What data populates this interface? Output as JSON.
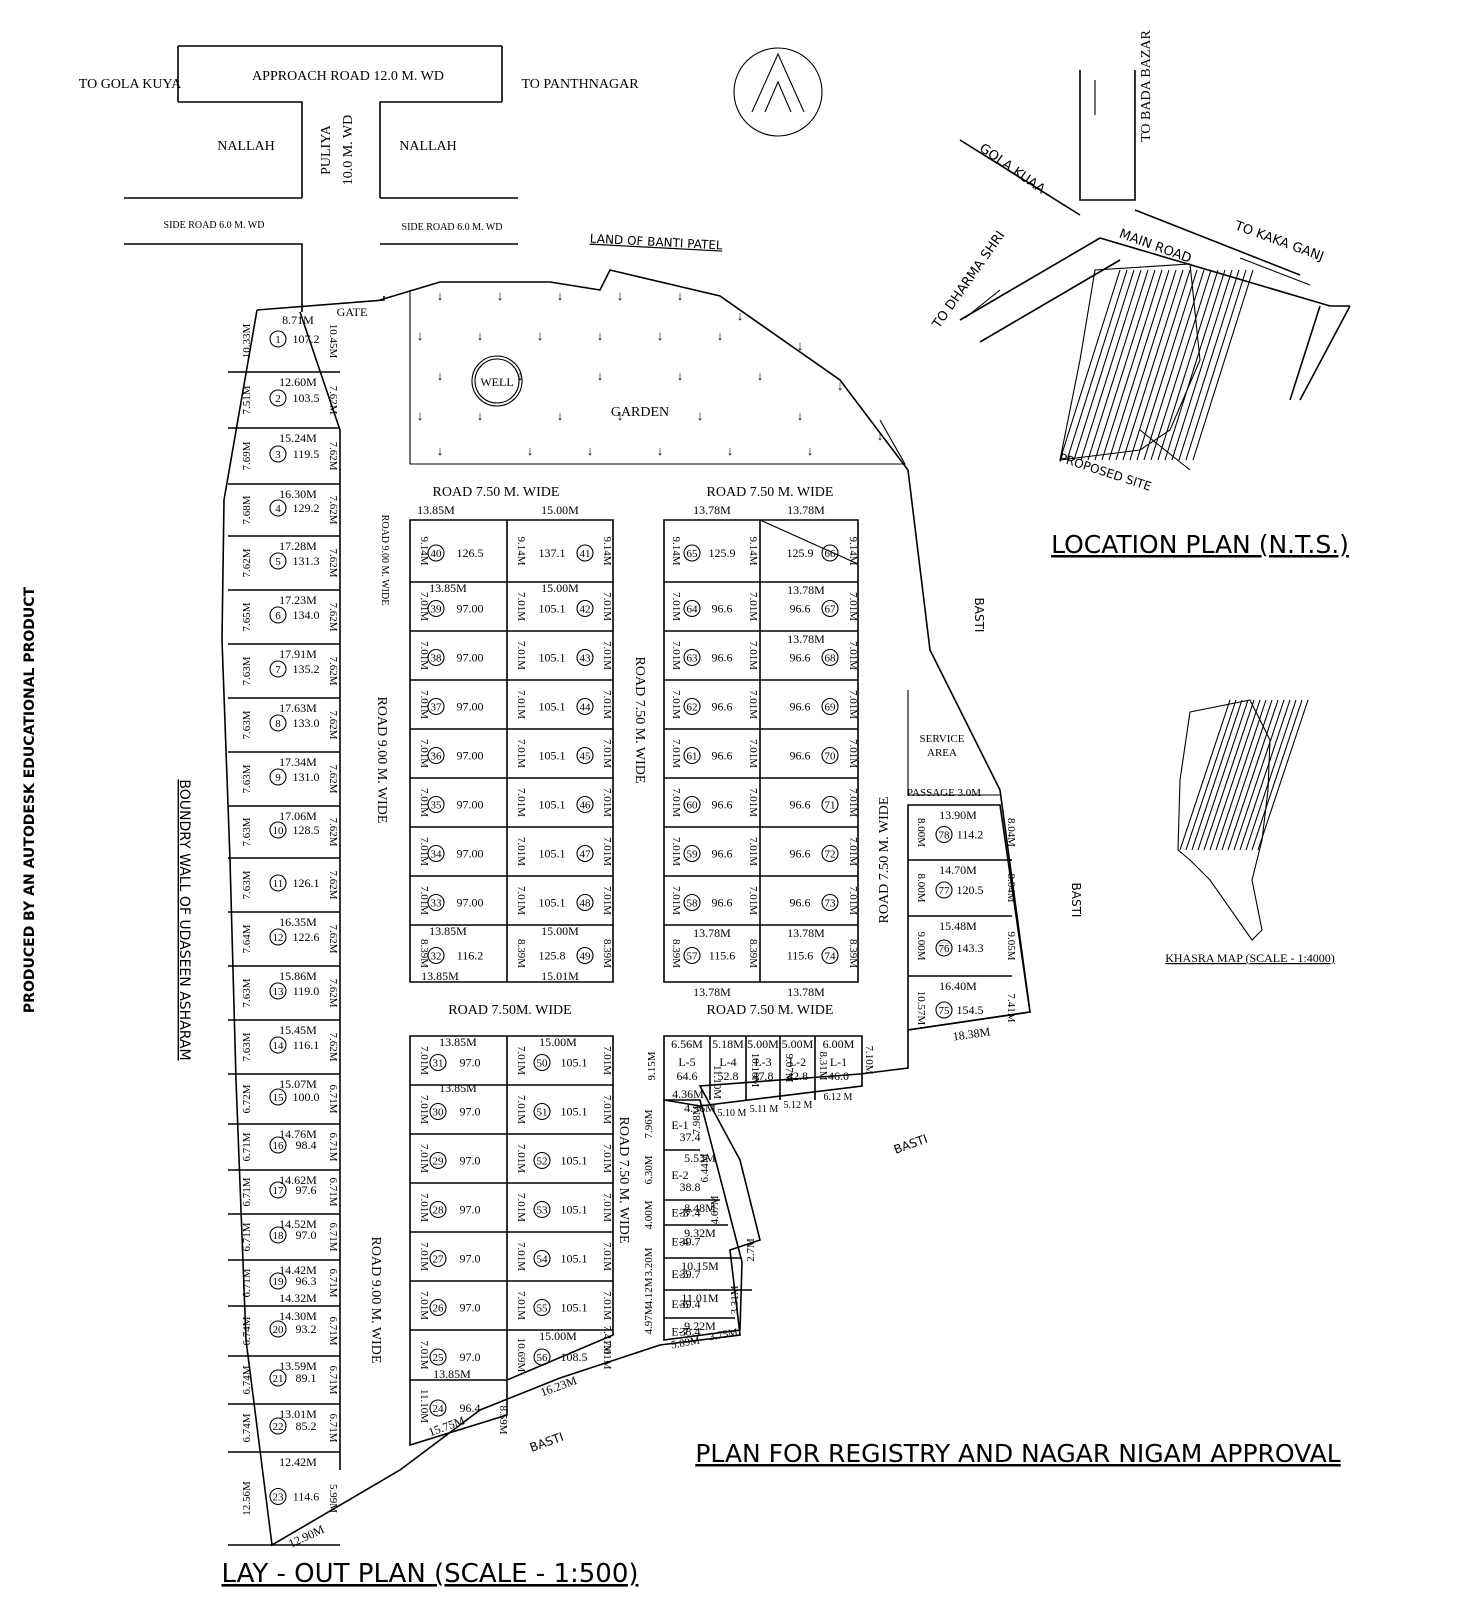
{
  "watermark": "PRODUCED BY AN AUTODESK EDUCATIONAL PRODUCT",
  "titles": {
    "layout": "LAY - OUT PLAN  (SCALE - 1:500)",
    "registry": "PLAN FOR REGISTRY AND NAGAR NIGAM APPROVAL",
    "location": "LOCATION PLAN (N.T.S.)",
    "khasra": "KHASRA MAP (SCALE - 1:4000)"
  },
  "site_labels": {
    "to_gola_kuya": "TO GOLA KUYA",
    "approach_road": "APPROACH  ROAD 12.0 M. WD",
    "to_panthnagar": "TO PANTHNAGAR",
    "nallah": "NALLAH",
    "puliya": "PULIYA",
    "puliya_width": "10.0 M. WD",
    "side_road": "SIDE  ROAD 6.0 M. WD",
    "land_of_banti_patel": "LAND OF BANTI PATEL",
    "gate": "GATE",
    "well": "WELL",
    "garden": "GARDEN",
    "road_750_wide": "ROAD 7.50 M. WIDE",
    "road_750_wide_b": "ROAD 7.50M. WIDE",
    "road_900_wide": "ROAD 9.00 M. WIDE",
    "road_900_small": "ROAD 9.00 M. WIDE",
    "basti": "BASTI",
    "service_area_1": "SERVICE",
    "service_area_2": "AREA",
    "passage": "PASSAGE 3.0M",
    "boundary_wall": "BOUNDRY WALL OF UDASEEN ASHARAM"
  },
  "location_plan": {
    "to_bada_bazar": "TO BADA BAZAR",
    "gola_kuaa": "GOLA KUAA",
    "main_road": "MAIN ROAD",
    "to_kaka_ganj": "TO KAKA GANJ",
    "to_dharma_shri": "TO DHARMA SHRI",
    "proposed_site": "PROPOSED SITE"
  },
  "plots_left": [
    {
      "no": "1",
      "area": "107.2",
      "front": "8.71M",
      "left": "10.33M",
      "right": "10.45M"
    },
    {
      "no": "2",
      "area": "103.5",
      "front": "12.60M",
      "left": "7.51M",
      "right": "7.62M"
    },
    {
      "no": "3",
      "area": "119.5",
      "front": "15.24M",
      "left": "7.69M",
      "right": "7.62M"
    },
    {
      "no": "4",
      "area": "129.2",
      "front": "16.30M",
      "left": "7.68M",
      "right": "7.62M"
    },
    {
      "no": "5",
      "area": "131.3",
      "front": "17.28M",
      "left": "7.62M",
      "right": "7.62M"
    },
    {
      "no": "6",
      "area": "134.0",
      "front": "17.23M",
      "left": "7.65M",
      "right": "7.62M"
    },
    {
      "no": "7",
      "area": "135.2",
      "front": "17.91M",
      "left": "7.63M",
      "right": "7.62M"
    },
    {
      "no": "8",
      "area": "133.0",
      "front": "17.63M",
      "left": "7.63M",
      "right": "7.62M"
    },
    {
      "no": "9",
      "area": "131.0",
      "front": "17.34M",
      "left": "7.63M",
      "right": "7.62M"
    },
    {
      "no": "10",
      "area": "128.5",
      "front": "17.06M",
      "left": "7.63M",
      "right": "7.62M"
    },
    {
      "no": "11",
      "area": "126.1",
      "front": "",
      "left": "7.63M",
      "right": "7.62M"
    },
    {
      "no": "12",
      "area": "122.6",
      "front": "16.35M",
      "left": "7.64M",
      "right": "7.62M"
    },
    {
      "no": "13",
      "area": "119.0",
      "front": "15.86M",
      "left": "7.63M",
      "right": "7.62M"
    },
    {
      "no": "14",
      "area": "116.1",
      "front": "15.45M",
      "left": "7.63M",
      "right": "7.62M"
    },
    {
      "no": "15",
      "area": "100.0",
      "front": "15.07M",
      "left": "6.72M",
      "right": "6.71M"
    },
    {
      "no": "16",
      "area": "98.4",
      "front": "14.76M",
      "left": "6.71M",
      "right": "6.71M"
    },
    {
      "no": "17",
      "area": "97.6",
      "front": "14.62M",
      "left": "6.71M",
      "right": "6.71M"
    },
    {
      "no": "18",
      "area": "97.0",
      "front": "14.52M",
      "left": "6.71M",
      "right": "6.71M"
    },
    {
      "no": "19",
      "area": "96.3",
      "front": "14.42M",
      "left": "6.71M",
      "right": "6.71M"
    },
    {
      "no": "20",
      "area": "93.2",
      "front": "14.30M",
      "left": "6.74M",
      "right": "6.71M"
    },
    {
      "no": "21",
      "area": "89.1",
      "front": "13.59M",
      "left": "6.74M",
      "right": "6.71M"
    },
    {
      "no": "22",
      "area": "85.2",
      "front": "13.01M",
      "left": "6.74M",
      "right": "6.71M"
    },
    {
      "no": "23",
      "area": "114.6",
      "front": "12.42M",
      "left": "12.56M",
      "right": "5.99M"
    }
  ],
  "left_extra_dims": [
    "14.32M",
    "12.90M"
  ],
  "block_a_left": [
    {
      "no": "40",
      "area": "126.5",
      "d": "9.14M"
    },
    {
      "no": "39",
      "area": "97.00",
      "d": "7.01M"
    },
    {
      "no": "38",
      "area": "97.00",
      "d": "7.01M"
    },
    {
      "no": "37",
      "area": "97.00",
      "d": "7.01M"
    },
    {
      "no": "36",
      "area": "97.00",
      "d": "7.01M"
    },
    {
      "no": "35",
      "area": "97.00",
      "d": "7.01M"
    },
    {
      "no": "34",
      "area": "97.00",
      "d": "7.01M"
    },
    {
      "no": "33",
      "area": "97.00",
      "d": "7.01M"
    },
    {
      "no": "32",
      "area": "116.2",
      "d": "8.39M"
    }
  ],
  "block_a_right": [
    {
      "no": "41",
      "area": "137.1",
      "d": "9.14M"
    },
    {
      "no": "42",
      "area": "105.1",
      "d": "7.01M"
    },
    {
      "no": "43",
      "area": "105.1",
      "d": "7.01M"
    },
    {
      "no": "44",
      "area": "105.1",
      "d": "7.01M"
    },
    {
      "no": "45",
      "area": "105.1",
      "d": "7.01M"
    },
    {
      "no": "46",
      "area": "105.1",
      "d": "7.01M"
    },
    {
      "no": "47",
      "area": "105.1",
      "d": "7.01M"
    },
    {
      "no": "48",
      "area": "105.1",
      "d": "7.01M"
    },
    {
      "no": "49",
      "area": "125.8",
      "d": "8.39M"
    }
  ],
  "block_a_widths": {
    "a": "13.85M",
    "b": "15.00M",
    "c": "15.01M"
  },
  "block_b_left": [
    {
      "no": "65",
      "area": "125.9",
      "d": "9.14M"
    },
    {
      "no": "64",
      "area": "96.6",
      "d": "7.01M"
    },
    {
      "no": "63",
      "area": "96.6",
      "d": "7.01M"
    },
    {
      "no": "62",
      "area": "96.6",
      "d": "7.01M"
    },
    {
      "no": "61",
      "area": "96.6",
      "d": "7.01M"
    },
    {
      "no": "60",
      "area": "96.6",
      "d": "7.01M"
    },
    {
      "no": "59",
      "area": "96.6",
      "d": "7.01M"
    },
    {
      "no": "58",
      "area": "96.6",
      "d": "7.01M"
    },
    {
      "no": "57",
      "area": "115.6",
      "d": "8.39M"
    }
  ],
  "block_b_right": [
    {
      "no": "66",
      "area": "125.9",
      "d": "9.14M"
    },
    {
      "no": "67",
      "area": "96.6",
      "d": "7.01M"
    },
    {
      "no": "68",
      "area": "96.6",
      "d": "7.01M"
    },
    {
      "no": "69",
      "area": "96.6",
      "d": "7.01M"
    },
    {
      "no": "70",
      "area": "96.6",
      "d": "7.01M"
    },
    {
      "no": "71",
      "area": "96.6",
      "d": "7.01M"
    },
    {
      "no": "72",
      "area": "96.6",
      "d": "7.01M"
    },
    {
      "no": "73",
      "area": "96.6",
      "d": "7.01M"
    },
    {
      "no": "74",
      "area": "115.6",
      "d": "8.39M"
    }
  ],
  "block_b_width": "13.78M",
  "block_c_left": [
    {
      "no": "31",
      "area": "97.0",
      "d": "7.01M"
    },
    {
      "no": "30",
      "area": "97.0",
      "d": "7.01M"
    },
    {
      "no": "29",
      "area": "97.0",
      "d": "7.01M"
    },
    {
      "no": "28",
      "area": "97.0",
      "d": "7.01M"
    },
    {
      "no": "27",
      "area": "97.0",
      "d": "7.01M"
    },
    {
      "no": "26",
      "area": "97.0",
      "d": "7.01M"
    },
    {
      "no": "25",
      "area": "97.0",
      "d": "7.01M"
    },
    {
      "no": "24",
      "area": "96.4",
      "d": "11.10M"
    }
  ],
  "block_c_right": [
    {
      "no": "50",
      "area": "105.1",
      "d": "7.01M"
    },
    {
      "no": "51",
      "area": "105.1",
      "d": "7.01M"
    },
    {
      "no": "52",
      "area": "105.1",
      "d": "7.01M"
    },
    {
      "no": "53",
      "area": "105.1",
      "d": "7.01M"
    },
    {
      "no": "54",
      "area": "105.1",
      "d": "7.01M"
    },
    {
      "no": "55",
      "area": "105.1",
      "d": "7.01M"
    },
    {
      "no": "56",
      "area": "108.5",
      "d": "10.69M"
    }
  ],
  "block_c_extra": {
    "w1": "13.85M",
    "w2": "15.00M",
    "d1": "15.75M",
    "d2": "16.23M",
    "d3": "8.59M",
    "d4": "7.41M",
    "d5": "7.01M"
  },
  "plots_east": [
    {
      "no": "78",
      "area": "114.2",
      "front": "13.90M",
      "l": "8.00M",
      "r": "8.04M"
    },
    {
      "no": "77",
      "area": "120.5",
      "front": "14.70M",
      "l": "8.00M",
      "r": "8.04M"
    },
    {
      "no": "76",
      "area": "143.3",
      "front": "15.48M",
      "l": "9.00M",
      "r": "9.05M"
    },
    {
      "no": "75",
      "area": "154.5",
      "front": "16.40M",
      "l": "10.57M",
      "r": "7.41M"
    }
  ],
  "east_extra": "18.38M",
  "plots_l": [
    {
      "no": "L-5",
      "area": "64.6",
      "w": "6.56M"
    },
    {
      "no": "L-4",
      "area": "52.8",
      "w": "5.18M"
    },
    {
      "no": "L-3",
      "area": "47.8",
      "w": "5.00M"
    },
    {
      "no": "L-2",
      "area": "42.8",
      "w": "5.00M"
    },
    {
      "no": "L-1",
      "area": "46.0",
      "w": "6.00M"
    }
  ],
  "plots_l_dims": [
    "9.15M",
    "11.10M",
    "10.10M",
    "9.07M",
    "8.31M",
    "7.10M",
    "5.10 M",
    "5.11 M",
    "5.12 M",
    "6.12 M",
    "4.36M"
  ],
  "plots_e": [
    {
      "no": "E-1",
      "area": "37.4",
      "w": "4.36M"
    },
    {
      "no": "E-2",
      "area": "38.8",
      "w": "5.53M"
    },
    {
      "no": "E-3",
      "area": "37.4",
      "w": "8.48M"
    },
    {
      "no": "E-4",
      "area": "39.7",
      "w": "9.32M"
    },
    {
      "no": "E-5",
      "area": "39.7",
      "w": "10.15M"
    },
    {
      "no": "E-6",
      "area": "39.4",
      "w": "11.01M"
    },
    {
      "no": "E-7",
      "area": "38.4",
      "w": "9.22M"
    }
  ],
  "plots_e_dims": [
    "7.96M",
    "7.98M",
    "6.30M",
    "6.44M",
    "4.00M",
    "4.67M",
    "3.20M",
    "4.12M",
    "4.97M",
    "5.89M",
    "3.75M",
    "2.7M",
    "3.31M"
  ]
}
